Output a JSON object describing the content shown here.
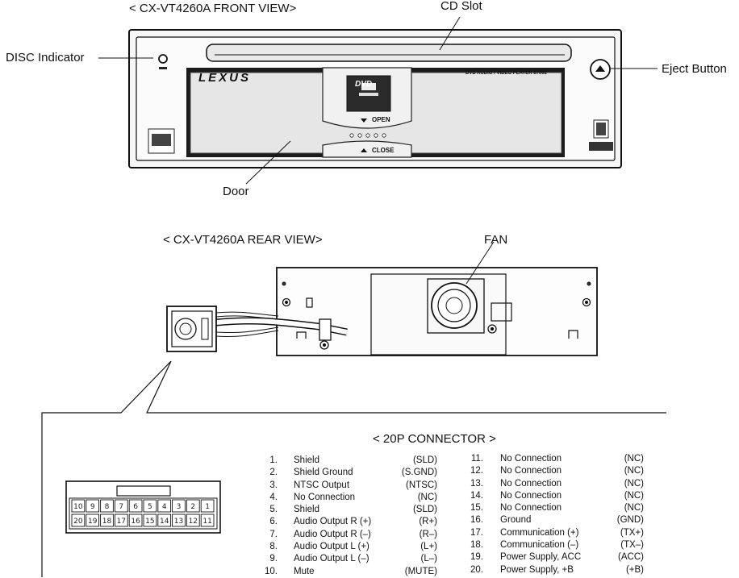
{
  "labels": {
    "front_title": "< CX-VT4260A FRONT VIEW>",
    "cd_slot": "CD Slot",
    "disc_indicator": "DISC Indicator",
    "eject_button": "Eject Button",
    "door": "Door",
    "rear_title": "< CX-VT4260A REAR VIEW>",
    "fan": "FAN",
    "connector_title": "< 20P CONNECTOR >"
  },
  "device_markings": {
    "brand": "LEXUS",
    "model_line": "DVD AUDIO / VIDEO PLAYER 87002",
    "open": "OPEN",
    "close": "CLOSE",
    "dvd": "DVD"
  },
  "connector_grid": {
    "top_row": [
      "10",
      "9",
      "8",
      "7",
      "6",
      "5",
      "4",
      "3",
      "2",
      "1"
    ],
    "bottom_row": [
      "20",
      "19",
      "18",
      "17",
      "16",
      "15",
      "14",
      "13",
      "12",
      "11"
    ]
  },
  "pins_left": [
    {
      "num": "1.",
      "name": "Shield",
      "code": "(SLD)"
    },
    {
      "num": "2.",
      "name": "Shield Ground",
      "code": "(S.GND)"
    },
    {
      "num": "3.",
      "name": "NTSC Output",
      "code": "(NTSC)"
    },
    {
      "num": "4.",
      "name": "No Connection",
      "code": "(NC)"
    },
    {
      "num": "5.",
      "name": "Shield",
      "code": "(SLD)"
    },
    {
      "num": "6.",
      "name": "Audio Output R (+)",
      "code": "(R+)"
    },
    {
      "num": "7.",
      "name": "Audio Output R (–)",
      "code": "(R–)"
    },
    {
      "num": "8.",
      "name": "Audio Output L (+)",
      "code": "(L+)"
    },
    {
      "num": "9.",
      "name": "Audio Output L (–)",
      "code": "(L–)"
    },
    {
      "num": "10.",
      "name": "Mute",
      "code": "(MUTE)"
    }
  ],
  "pins_right": [
    {
      "num": "11.",
      "name": "No Connection",
      "code": "(NC)"
    },
    {
      "num": "12.",
      "name": "No Connection",
      "code": "(NC)"
    },
    {
      "num": "13.",
      "name": "No Connection",
      "code": "(NC)"
    },
    {
      "num": "14.",
      "name": "No Connection",
      "code": "(NC)"
    },
    {
      "num": "15.",
      "name": "No Connection",
      "code": "(NC)"
    },
    {
      "num": "16.",
      "name": "Ground",
      "code": "(GND)"
    },
    {
      "num": "17.",
      "name": "Communication (+)",
      "code": "(TX+)"
    },
    {
      "num": "18.",
      "name": "Communication (–)",
      "code": "(TX–)"
    },
    {
      "num": "19.",
      "name": "Power Supply, ACC",
      "code": "(ACC)"
    },
    {
      "num": "20.",
      "name": "Power Supply, +B",
      "code": "(+B)"
    }
  ],
  "colors": {
    "line": "#111111",
    "faceplate": "#f4f4f4",
    "panel_dark": "#1a1a1a",
    "screen": "#2a2a2a"
  }
}
